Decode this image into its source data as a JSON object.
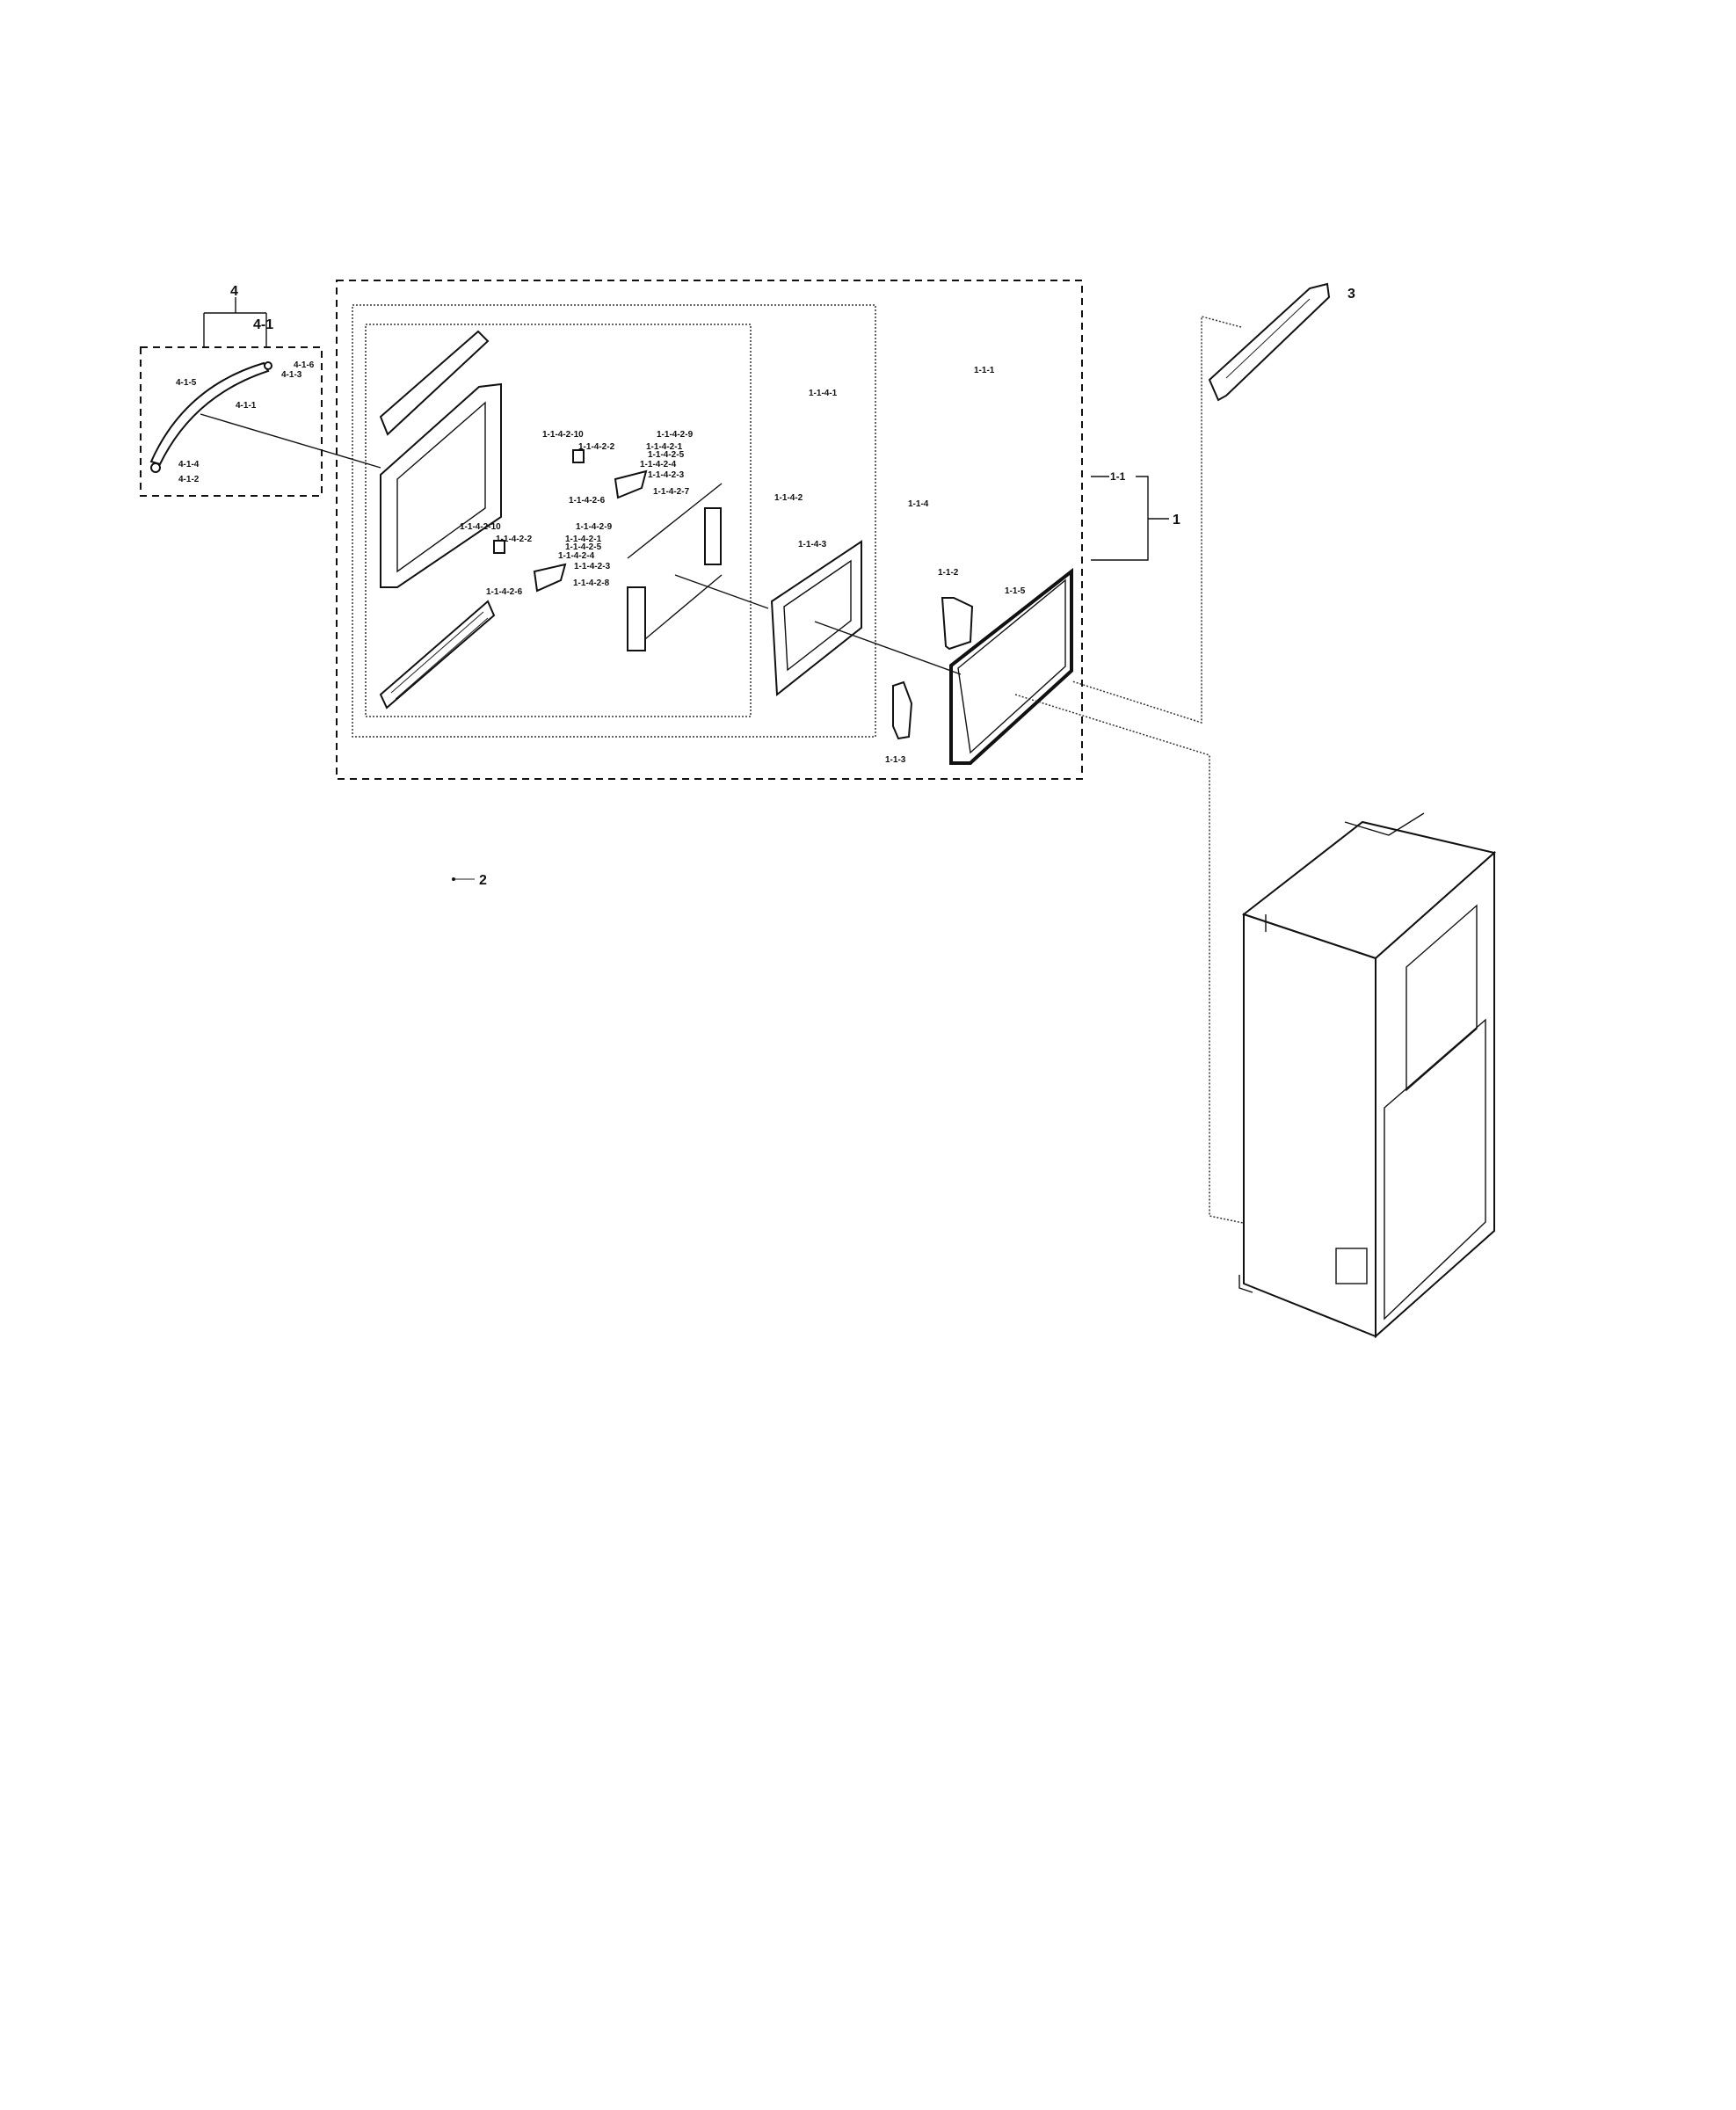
{
  "diagram": {
    "callouts": [
      "4",
      "4-1",
      "4-1-6",
      "4-1-3",
      "4-1-5",
      "4-1-1",
      "4-1-4",
      "4-1-2",
      "1-1-4-1",
      "1-1-1",
      "1-1-4-2",
      "1-1-4",
      "1-1-4-3",
      "1-1-2",
      "1-1-5",
      "1-1-3",
      "1-1",
      "1",
      "3",
      "2",
      "1-1-4-2-10",
      "1-1-4-2-2",
      "1-1-4-2-9",
      "1-1-4-2-1",
      "1-1-4-2-5",
      "1-1-4-2-4",
      "1-1-4-2-3",
      "1-1-4-2-7",
      "1-1-4-2-6",
      "1-1-4-2-10",
      "1-1-4-2-2",
      "1-1-4-2-9",
      "1-1-4-2-1",
      "1-1-4-2-5",
      "1-1-4-2-4",
      "1-1-4-2-3",
      "1-1-4-2-8",
      "1-1-4-2-6"
    ]
  }
}
